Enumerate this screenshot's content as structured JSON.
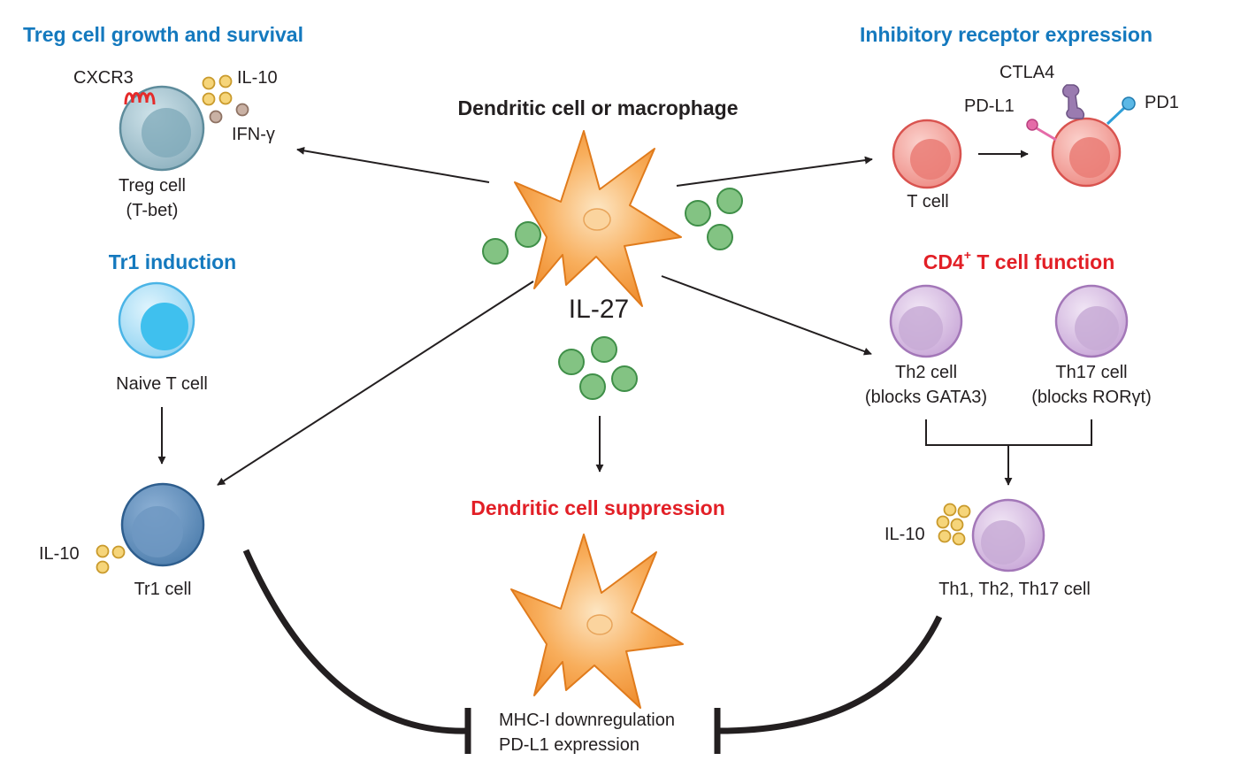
{
  "titles": {
    "treg_growth": "Treg cell growth and survival",
    "inhibitory": "Inhibitory receptor expression",
    "center_source": "Dendritic cell or macrophage",
    "tr1_induction": "Tr1 induction",
    "cd4_prefix": "CD4",
    "cd4_sup": "+",
    "cd4_suffix": " T cell function",
    "dc_suppression": "Dendritic cell suppression"
  },
  "labels": {
    "cxcr3": "CXCR3",
    "il10_top": "IL-10",
    "ifng": "IFN-γ",
    "treg_cell": "Treg cell",
    "tbet": "(T-bet)",
    "ctla4": "CTLA4",
    "pdl1": "PD-L1",
    "pd1": "PD1",
    "t_cell": "T cell",
    "il27": "IL-27",
    "naive_t": "Naive T cell",
    "th2_cell": "Th2 cell",
    "th2_block": "(blocks GATA3)",
    "th17_cell": "Th17 cell",
    "th17_block": "(blocks RORγt)",
    "il10_tr1": "IL-10",
    "tr1_cell": "Tr1 cell",
    "il10_th": "IL-10",
    "th_all": "Th1, Th2, Th17 cell",
    "mhc": "MHC-I downregulation",
    "pdl1_expr": "PD-L1 expression"
  },
  "colors": {
    "title_blue": "#1479be",
    "title_red": "#e21f26",
    "il27_green": "#6cb56b",
    "il10_yellow": "#f6d57a",
    "ifng_brown": "#b59a8c",
    "dc_orange": "#f7a24b",
    "cxcr3_red": "#e52a2a",
    "ctla4_purple": "#9a7bb0",
    "pdl1_pink": "#e56ba8",
    "pd1_blue": "#2f9fd8"
  }
}
